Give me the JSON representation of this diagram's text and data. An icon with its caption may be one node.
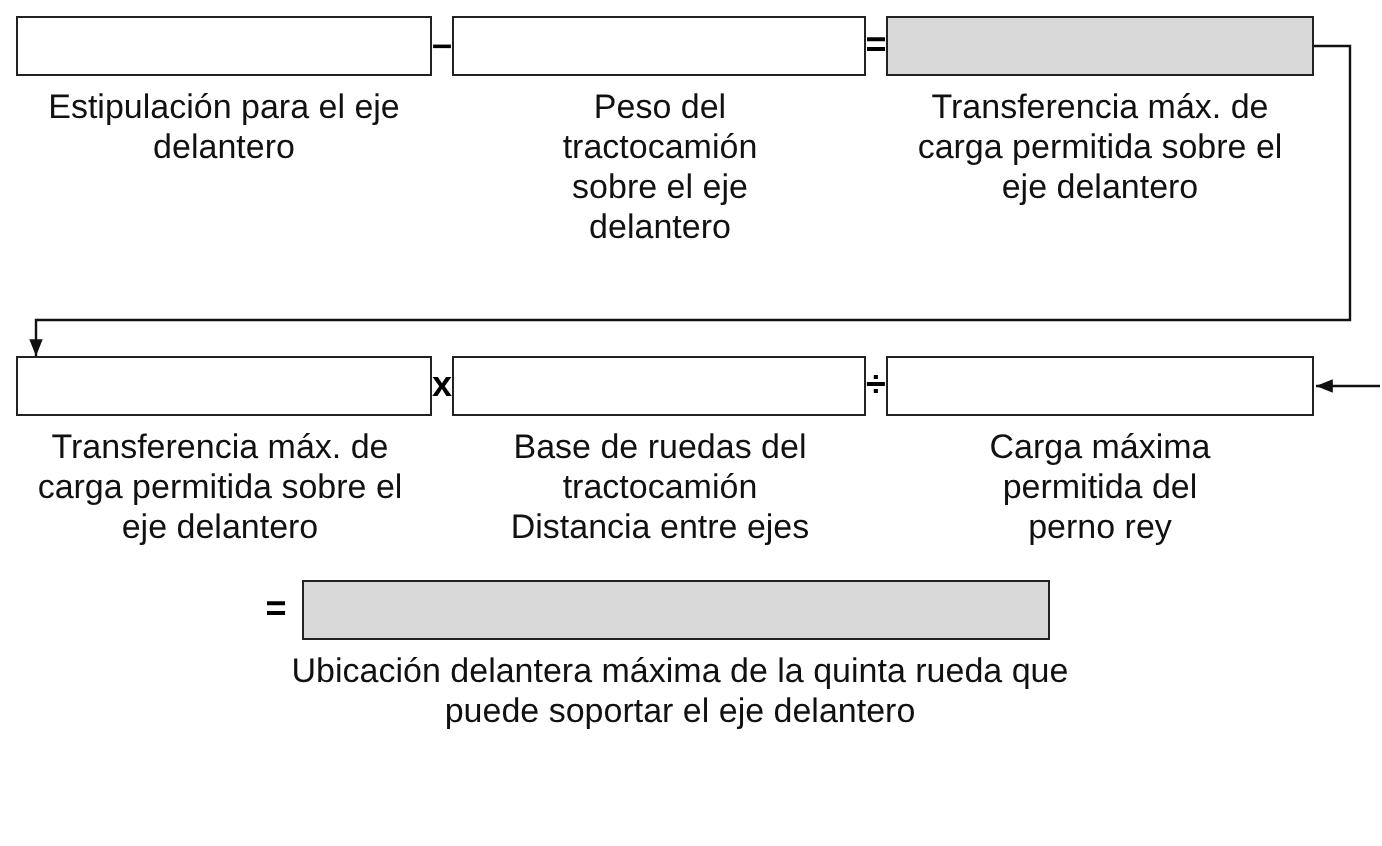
{
  "diagram": {
    "nodes": [
      {
        "text": [],
        "shape": "box",
        "beside": [
          "Estipulación para el eje delantero"
        ]
      },
      {
        "text": [],
        "shape": "box",
        "beside": [
          "Peso del tractocamión sobre el eje delantero"
        ]
      },
      {
        "text": [],
        "shape": "box",
        "beside": [
          "Transferencia máx. de carga permitida sobre el eje delantero"
        ]
      },
      {
        "text": [],
        "shape": "box",
        "beside": [
          "Transferencia máx. de carga permitida sobre el eje delantero"
        ]
      },
      {
        "text": [],
        "shape": "box",
        "beside": [
          "Base de ruedas del tractocamión",
          "Distancia entre ejes"
        ]
      },
      {
        "text": [],
        "shape": "box",
        "beside": [
          "Carga máxima permitida del perno rey"
        ]
      },
      {
        "text": [],
        "shape": "box",
        "beside": [
          "Ubicación delantera máxima de la quinta rueda que puede soportar el eje delantero"
        ]
      }
    ],
    "edges": [
      {
        "from": 2,
        "to": 3,
        "arrow": "to"
      },
      {
        "from": null,
        "to": 5,
        "arrow": "to"
      }
    ],
    "labels": [
      "–",
      "=",
      "x",
      "÷",
      "="
    ]
  }
}
